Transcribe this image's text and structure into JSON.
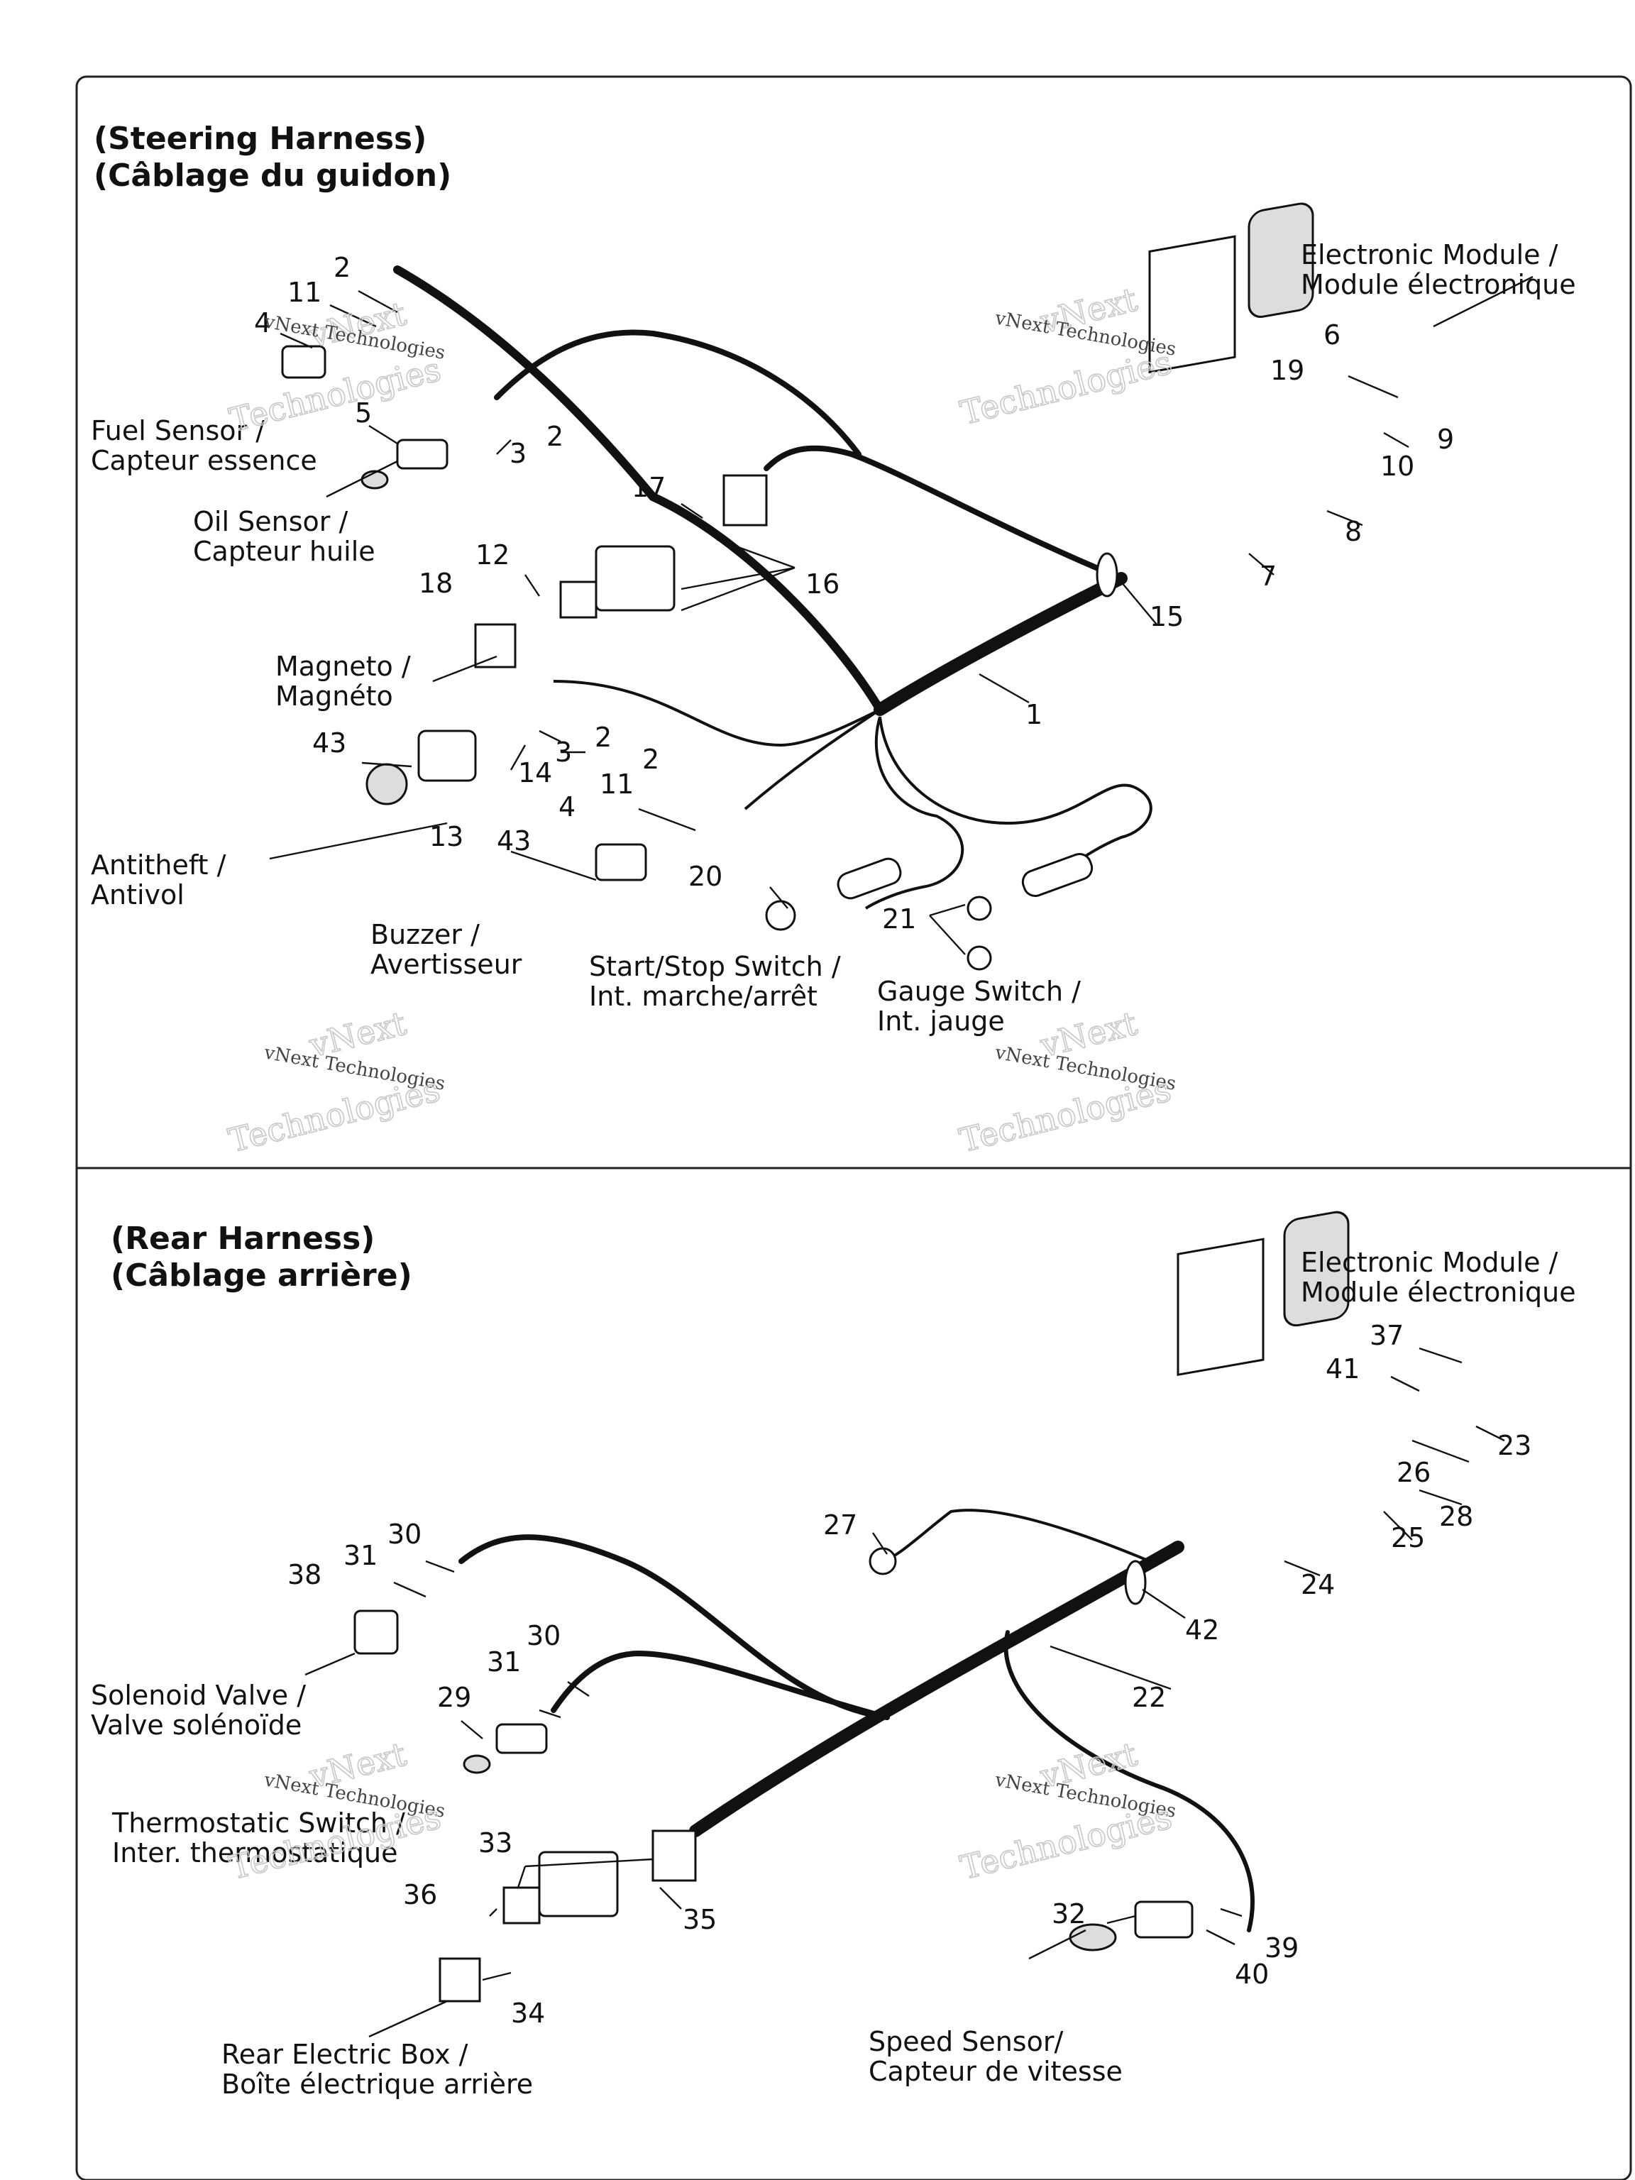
{
  "steering": {
    "title_en": "(Steering Harness)",
    "title_fr": "(Câblage du guidon)",
    "labels": {
      "electronic_module_en": "Electronic Module /",
      "electronic_module_fr": "Module électronique",
      "fuel_sensor_en": "Fuel Sensor /",
      "fuel_sensor_fr": "Capteur essence",
      "oil_sensor_en": "Oil Sensor /",
      "oil_sensor_fr": "Capteur huile",
      "magneto_en": "Magneto /",
      "magneto_fr": "Magnéto",
      "antitheft_en": "Antitheft /",
      "antitheft_fr": "Antivol",
      "buzzer_en": "Buzzer /",
      "buzzer_fr": "Avertisseur",
      "startstop_en": "Start/Stop Switch /",
      "startstop_fr": "Int. marche/arrêt",
      "gauge_en": "Gauge Switch /",
      "gauge_fr": "Int. jauge"
    },
    "callouts": [
      "2",
      "11",
      "4",
      "5",
      "3",
      "2",
      "17",
      "16",
      "12",
      "18",
      "6",
      "19",
      "9",
      "10",
      "8",
      "7",
      "15",
      "1",
      "43",
      "14",
      "3",
      "2",
      "13",
      "2",
      "11",
      "4",
      "43",
      "20",
      "21"
    ]
  },
  "rear": {
    "title_en": "(Rear Harness)",
    "title_fr": "(Câblage arrière)",
    "labels": {
      "electronic_module_en": "Electronic Module /",
      "electronic_module_fr": "Module électronique",
      "solenoid_en": "Solenoid Valve /",
      "solenoid_fr": "Valve solénoïde",
      "thermostatic_en": "Thermostatic Switch /",
      "thermostatic_fr": "Inter. thermostatique",
      "rear_box_en": "Rear Electric Box /",
      "rear_box_fr": "Boîte électrique arrière",
      "speed_en": "Speed Sensor/",
      "speed_fr": "Capteur de vitesse"
    },
    "callouts": [
      "37",
      "41",
      "23",
      "26",
      "28",
      "25",
      "24",
      "27",
      "42",
      "22",
      "30",
      "31",
      "38",
      "30",
      "31",
      "29",
      "33",
      "36",
      "35",
      "34",
      "32",
      "39",
      "40"
    ]
  },
  "watermark": {
    "line1": "vNext",
    "line2": "vNext Technologies",
    "line3": "Technologies"
  }
}
